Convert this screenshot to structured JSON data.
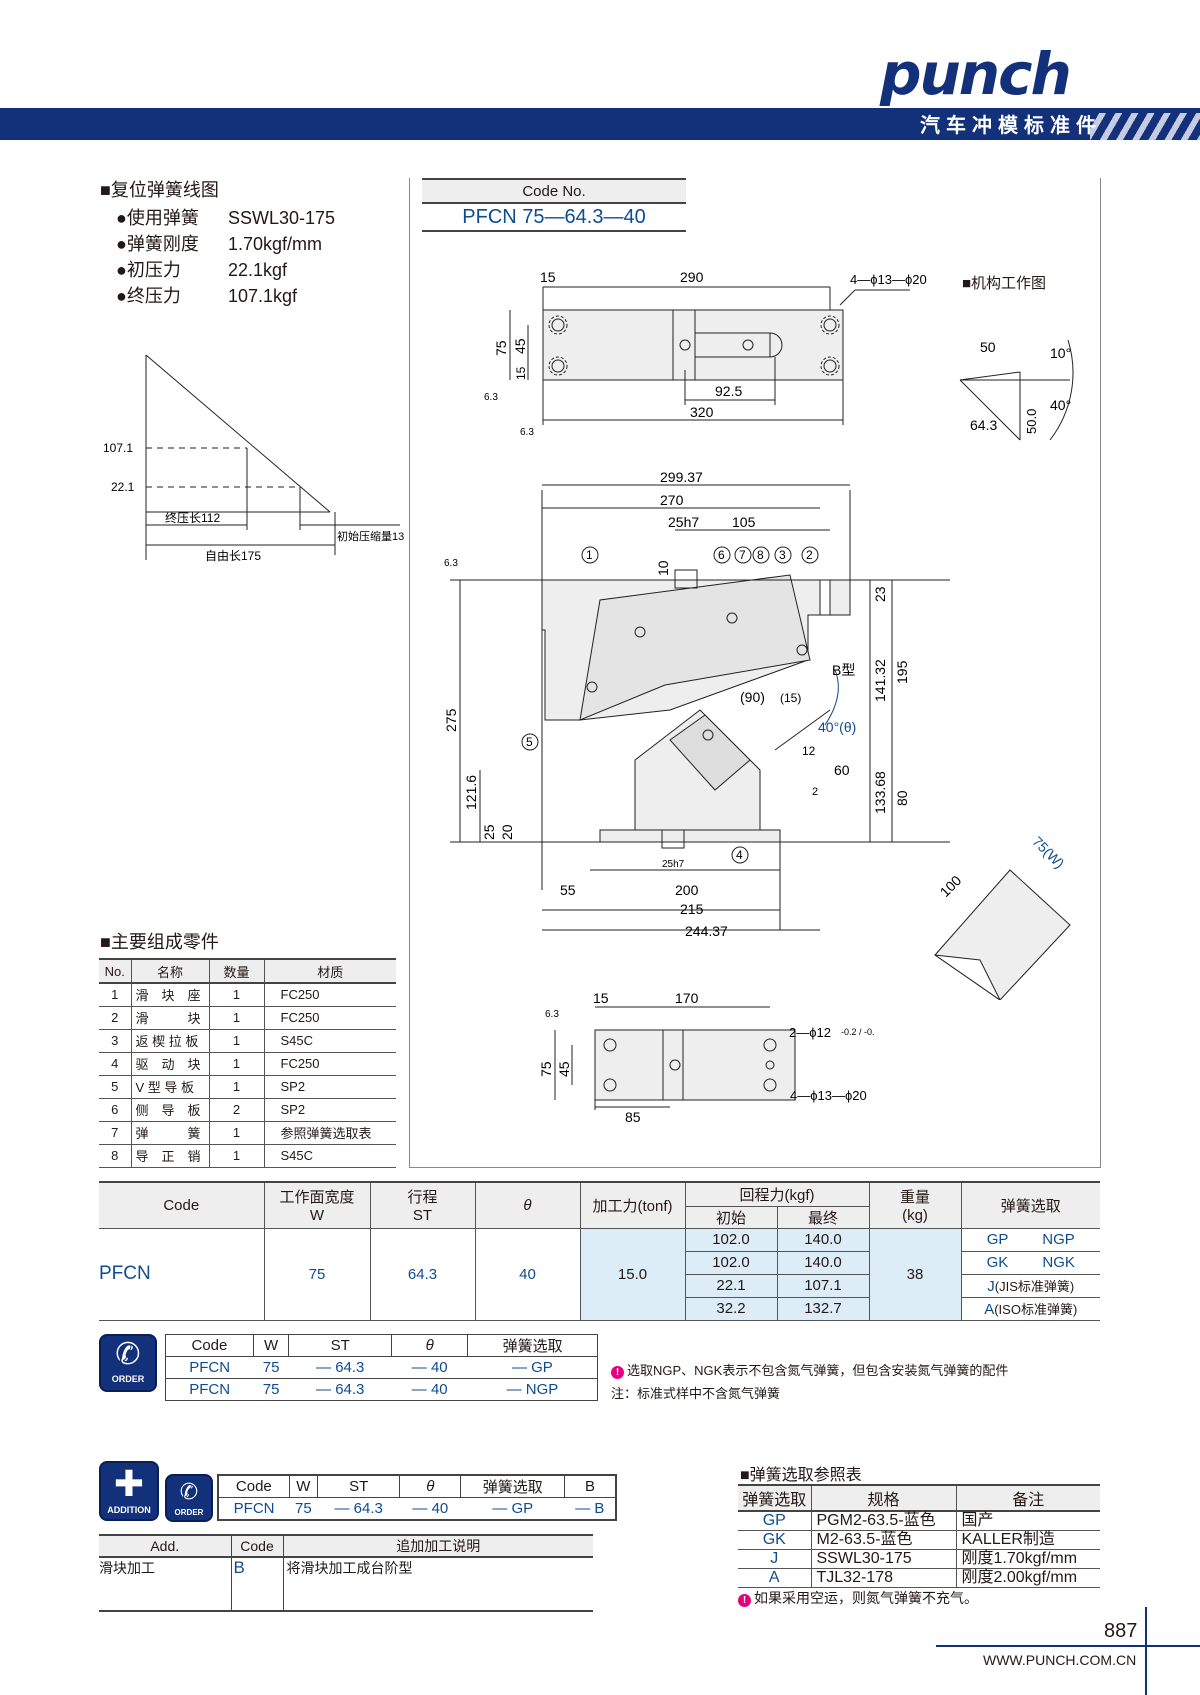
{
  "header": {
    "brand": "punch",
    "tagline": "汽车冲模标准件"
  },
  "spring_diagram": {
    "title": "■复位弹簧线图",
    "specs": [
      {
        "label": "●使用弹簧",
        "value": "SSWL30-175"
      },
      {
        "label": "●弹簧刚度",
        "value": "1.70kgf/mm"
      },
      {
        "label": "●初压力",
        "value": "22.1kgf"
      },
      {
        "label": "●终压力",
        "value": "107.1kgf"
      }
    ],
    "y_labels": [
      "107.1",
      "22.1"
    ],
    "dims": {
      "final_length": "终压长112",
      "free_length": "自由长175",
      "initial_compression": "初始压缩量13"
    }
  },
  "code_no": {
    "label": "Code No.",
    "value": "PFCN 75—64.3—40"
  },
  "drawing": {
    "mechanism_title": "■机构工作图",
    "top_view": {
      "d1": "15",
      "d2": "290",
      "hole": "4—ϕ13—ϕ20",
      "h1": "75",
      "h2": "45",
      "h3": "15",
      "d3": "92.5",
      "d4": "320",
      "rough1": "6.3",
      "rough2": "6.3"
    },
    "mechanism": {
      "a": "50",
      "b": "10°",
      "c": "64.3",
      "d": "50.0",
      "e": "40°"
    },
    "side_view": {
      "w1": "299.37",
      "w2": "270",
      "w3": "25h7",
      "w4": "105",
      "v1": "10",
      "v2": "23",
      "v3": "141.32",
      "v4": "195",
      "v5": "275",
      "v6": "121.6",
      "v7": "25",
      "v8": "20",
      "v9": "133.68",
      "v10": "80",
      "type_b": "B型",
      "angle": "40°(θ)",
      "a90": "(90)",
      "a15": "(15)",
      "a12": "12",
      "a60": "60",
      "a2": "2",
      "b1": "55",
      "b2": "200",
      "b3": "215",
      "b4": "244.37",
      "b5": "25h7",
      "rough": "6.3",
      "balloons": [
        "1",
        "2",
        "3",
        "4",
        "5",
        "6",
        "7",
        "8"
      ]
    },
    "wedge_view": {
      "a": "100",
      "b": "75(W)"
    },
    "bottom_view": {
      "d1": "15",
      "d2": "170",
      "pin": "2—ϕ12",
      "tol": "-0.2 / -0.3",
      "hole": "4—ϕ13—ϕ20",
      "h1": "75",
      "h2": "45",
      "d3": "85",
      "rough": "6.3"
    }
  },
  "parts": {
    "title": "■主要组成零件",
    "headers": [
      "No.",
      "名称",
      "数量",
      "材质"
    ],
    "rows": [
      [
        "1",
        "滑　块　座",
        "1",
        "FC250"
      ],
      [
        "2",
        "滑　　　块",
        "1",
        "FC250"
      ],
      [
        "3",
        "返 楔 拉 板",
        "1",
        "S45C"
      ],
      [
        "4",
        "驱　动　块",
        "1",
        "FC250"
      ],
      [
        "5",
        "V 型 导 板",
        "1",
        "SP2"
      ],
      [
        "6",
        "侧　导　板",
        "2",
        "SP2"
      ],
      [
        "7",
        "弹　　　簧",
        "1",
        "参照弹簧选取表"
      ],
      [
        "8",
        "导　正　销",
        "1",
        "S45C"
      ]
    ]
  },
  "spec_table": {
    "headers": {
      "code": "Code",
      "w": "工作面宽度",
      "w_sub": "W",
      "st": "行程",
      "st_sub": "ST",
      "theta": "θ",
      "force": "加工力(tonf)",
      "return": "回程力(kgf)",
      "initial": "初始",
      "final": "最终",
      "weight": "重量",
      "weight_unit": "(kg)",
      "spring": "弹簧选取"
    },
    "code": "PFCN",
    "w": "75",
    "st": "64.3",
    "theta": "40",
    "force": "15.0",
    "weight": "38",
    "return_rows": [
      [
        "102.0",
        "140.0"
      ],
      [
        "102.0",
        "140.0"
      ],
      [
        "22.1",
        "107.1"
      ],
      [
        "32.2",
        "132.7"
      ]
    ],
    "spring_rows": [
      [
        "GP",
        "NGP"
      ],
      [
        "GK",
        "NGK"
      ],
      [
        "J",
        "(JIS标准弹簧)"
      ],
      [
        "A",
        "(ISO标准弹簧)"
      ]
    ]
  },
  "order": {
    "icon": "ORDER",
    "headers": [
      "Code",
      "W",
      "ST",
      "θ",
      "弹簧选取"
    ],
    "rows": [
      [
        "PFCN",
        "75",
        "64.3",
        "40",
        "GP"
      ],
      [
        "PFCN",
        "75",
        "64.3",
        "40",
        "NGP"
      ]
    ],
    "dash": "—",
    "notes": [
      "选取NGP、NGK表示不包含氮气弹簧，但包含安装氮气弹簧的配件",
      "注：标准式样中不含氮气弹簧"
    ]
  },
  "addition": {
    "icon": "ADDITION",
    "order_icon": "ORDER",
    "headers": [
      "Code",
      "W",
      "ST",
      "θ",
      "弹簧选取",
      "B"
    ],
    "row": [
      "PFCN",
      "75",
      "64.3",
      "40",
      "GP",
      "B"
    ],
    "table_headers": [
      "Add.",
      "Code",
      "追加加工说明"
    ],
    "table_row": [
      "滑块加工",
      "B",
      "将滑块加工成台阶型"
    ]
  },
  "spring_ref": {
    "title": "■弹簧选取参照表",
    "headers": [
      "弹簧选取",
      "规格",
      "备注"
    ],
    "rows": [
      [
        "GP",
        "PGM2-63.5-蓝色",
        "国产"
      ],
      [
        "GK",
        "M2-63.5-蓝色",
        "KALLER制造"
      ],
      [
        "J",
        "SSWL30-175",
        "刚度1.70kgf/mm"
      ],
      [
        "A",
        "TJL32-178",
        "刚度2.00kgf/mm"
      ]
    ],
    "note": "如果采用空运，则氮气弹簧不充气。"
  },
  "footer": {
    "page": "887",
    "url": "WWW.PUNCH.COM.CN"
  },
  "colors": {
    "brand": "#13307a",
    "code_blue": "#0f4c8f",
    "light_blue": "#dcedf8",
    "warn": "#e4007f"
  }
}
